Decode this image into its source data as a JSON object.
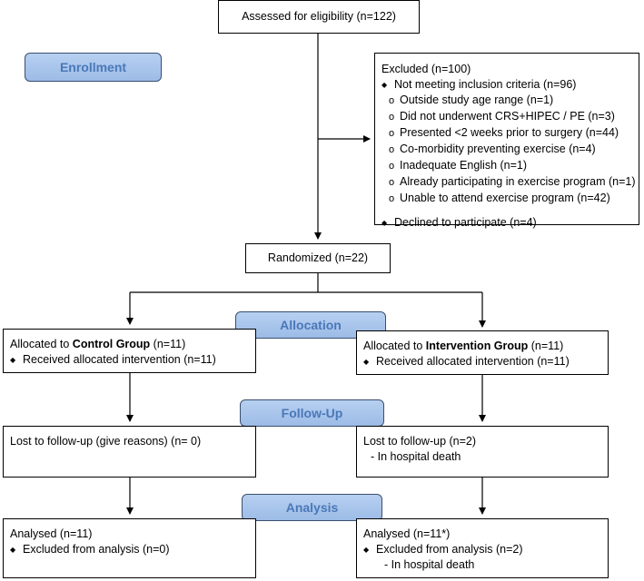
{
  "assessed": "Assessed for eligibility (n=122)",
  "excluded": {
    "title": "Excluded (n=100)",
    "criteria_header": "Not meeting inclusion criteria (n=96)",
    "criteria": [
      "Outside study age range (n=1)",
      "Did not underwent CRS+HIPEC / PE (n=3)",
      "Presented <2 weeks prior to surgery (n=44)",
      "Co-morbidity preventing exercise (n=4)",
      "Inadequate English (n=1)",
      "Already participating in exercise program (n=1)",
      "Unable to attend exercise program (n=42)"
    ],
    "declined": "Declined to participate (n=4)"
  },
  "randomized": "Randomized (n=22)",
  "stages": {
    "enrollment": "Enrollment",
    "allocation": "Allocation",
    "followup": "Follow-Up",
    "analysis": "Analysis"
  },
  "control": {
    "alloc_prefix": "Allocated to ",
    "alloc_group": "Control Group",
    "alloc_suffix": " (n=11)",
    "received": "Received allocated intervention (n=11)",
    "lost": "Lost to follow-up (give reasons) (n= 0)",
    "analysed": "Analysed (n=11)",
    "excluded": "Excluded from analysis (n=0)"
  },
  "intervention": {
    "alloc_prefix": "Allocated to ",
    "alloc_group": "Intervention Group",
    "alloc_suffix": " (n=11)",
    "received": "Received allocated intervention (n=11)",
    "lost": "Lost to follow-up (n=2)",
    "lost_reason": "- In hospital death",
    "analysed": "Analysed (n=11*)",
    "excluded": "Excluded from analysis (n=2)",
    "excluded_reason": "- In hospital death"
  },
  "icons": {
    "bullet": "diamond-bullet-icon",
    "sub_bullet": "circle-bullet-icon"
  }
}
